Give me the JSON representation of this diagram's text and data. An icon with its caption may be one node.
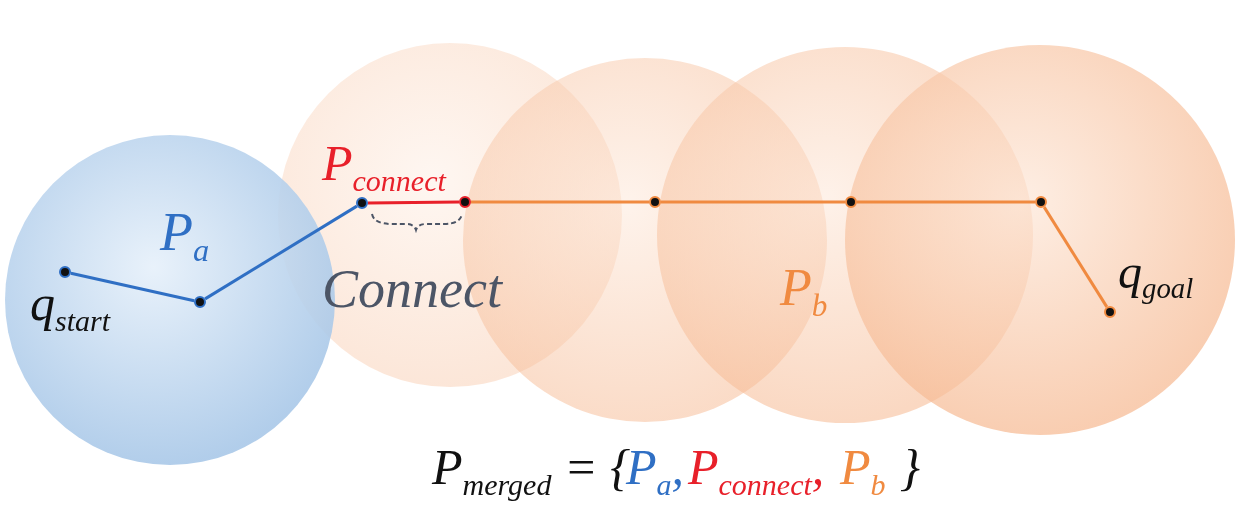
{
  "diagram": {
    "nodes": [
      {
        "text": [],
        "shape": "circle"
      },
      {
        "text": [],
        "shape": "circle"
      },
      {
        "text": [],
        "shape": "circle"
      },
      {
        "text": [],
        "shape": "circle"
      },
      {
        "text": [],
        "shape": "circle"
      },
      {
        "text": [],
        "shape": "circle"
      },
      {
        "text": [],
        "shape": "circle"
      },
      {
        "text": [],
        "shape": "circle"
      }
    ],
    "edges": [
      {
        "from": 0,
        "to": 1,
        "arrow": "none",
        "color": "#2f6fc4"
      },
      {
        "from": 1,
        "to": 2,
        "arrow": "none",
        "color": "#2f6fc4"
      },
      {
        "from": 2,
        "to": 3,
        "arrow": "none",
        "color": "#e8202a"
      },
      {
        "from": 3,
        "to": 4,
        "arrow": "none"
      },
      {
        "from": 4,
        "to": 5,
        "arrow": "none"
      },
      {
        "from": 5,
        "to": 6,
        "arrow": "none"
      },
      {
        "from": 6,
        "to": 7,
        "arrow": "none"
      }
    ],
    "labels": [
      "P$_{connect}$",
      "P$_{a}$",
      "Connect",
      "q$_{start}$",
      "P$_{b}$",
      "q$_{goal}$",
      "P$_{merged}$ = {",
      "P$_{a}$,",
      "P$_{connect}$,",
      "P$_{b}$",
      "}"
    ]
  }
}
